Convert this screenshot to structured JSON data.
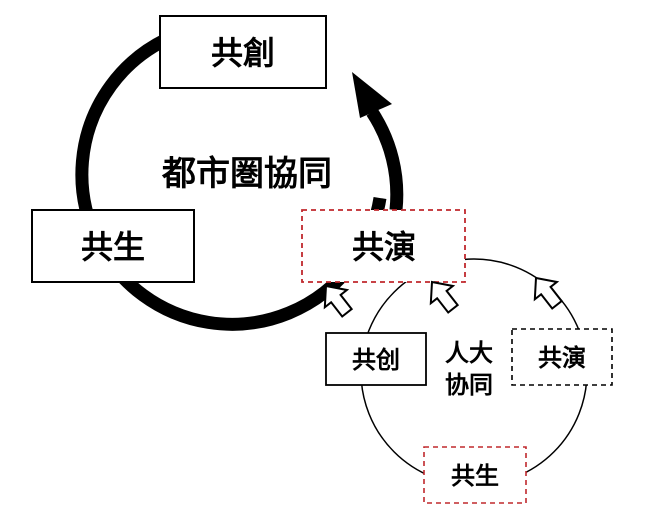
{
  "outer_cycle": {
    "center_label": "都市圏協同",
    "top_box": "共創",
    "left_box": "共生",
    "right_box": "共演"
  },
  "inner_cycle": {
    "center_label_line1": "人大",
    "center_label_line2": "协同",
    "left_box": "共创",
    "right_box": "共演",
    "bottom_box": "共生"
  },
  "colors": {
    "ink": "#000000",
    "dashed_red": "#c0282d",
    "dashed_black": "#000000"
  }
}
